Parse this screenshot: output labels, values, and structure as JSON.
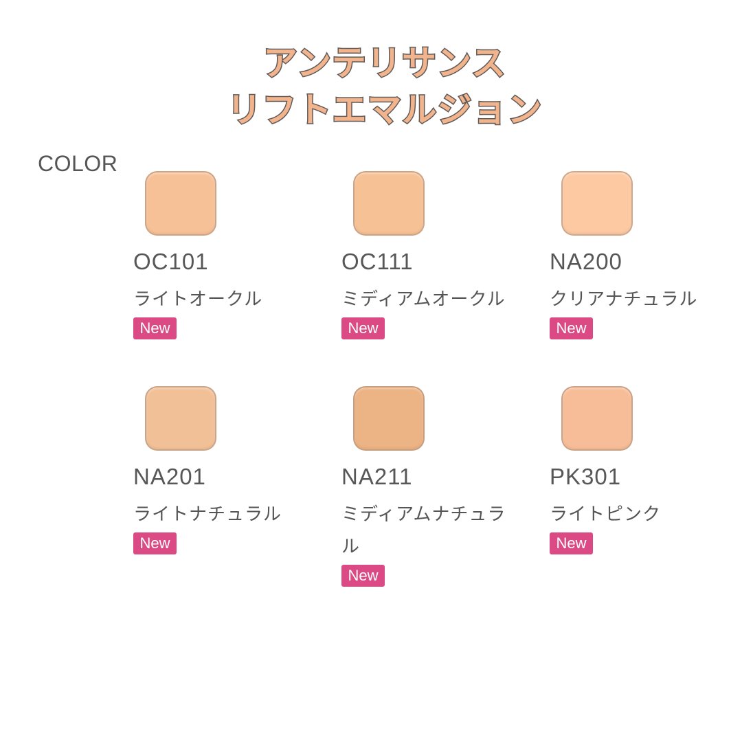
{
  "title": {
    "line1": "アンテリサンス",
    "line2": "リフトエマルジョン"
  },
  "section_label": "COLOR",
  "colors": {
    "title_fill": "#f2b48c",
    "title_stroke": "#5f5a58",
    "badge_bg": "#db4a84",
    "text": "#555555"
  },
  "shades": [
    {
      "code": "OC101",
      "name": "ライトオークル",
      "badge": "New",
      "swatch_color": "#f7c197"
    },
    {
      "code": "OC111",
      "name": "ミディアムオークル",
      "badge": "New",
      "swatch_color": "#f6c194"
    },
    {
      "code": "NA200",
      "name": "クリアナチュラル",
      "badge": "New",
      "swatch_color": "#fcc9a3"
    },
    {
      "code": "NA201",
      "name": "ライトナチュラル",
      "badge": "New",
      "swatch_color": "#f2c097"
    },
    {
      "code": "NA211",
      "name": "ミディアムナチュラル",
      "badge": "New",
      "swatch_color": "#ecb384"
    },
    {
      "code": "PK301",
      "name": "ライトピンク",
      "badge": "New",
      "swatch_color": "#f7bd98"
    }
  ]
}
